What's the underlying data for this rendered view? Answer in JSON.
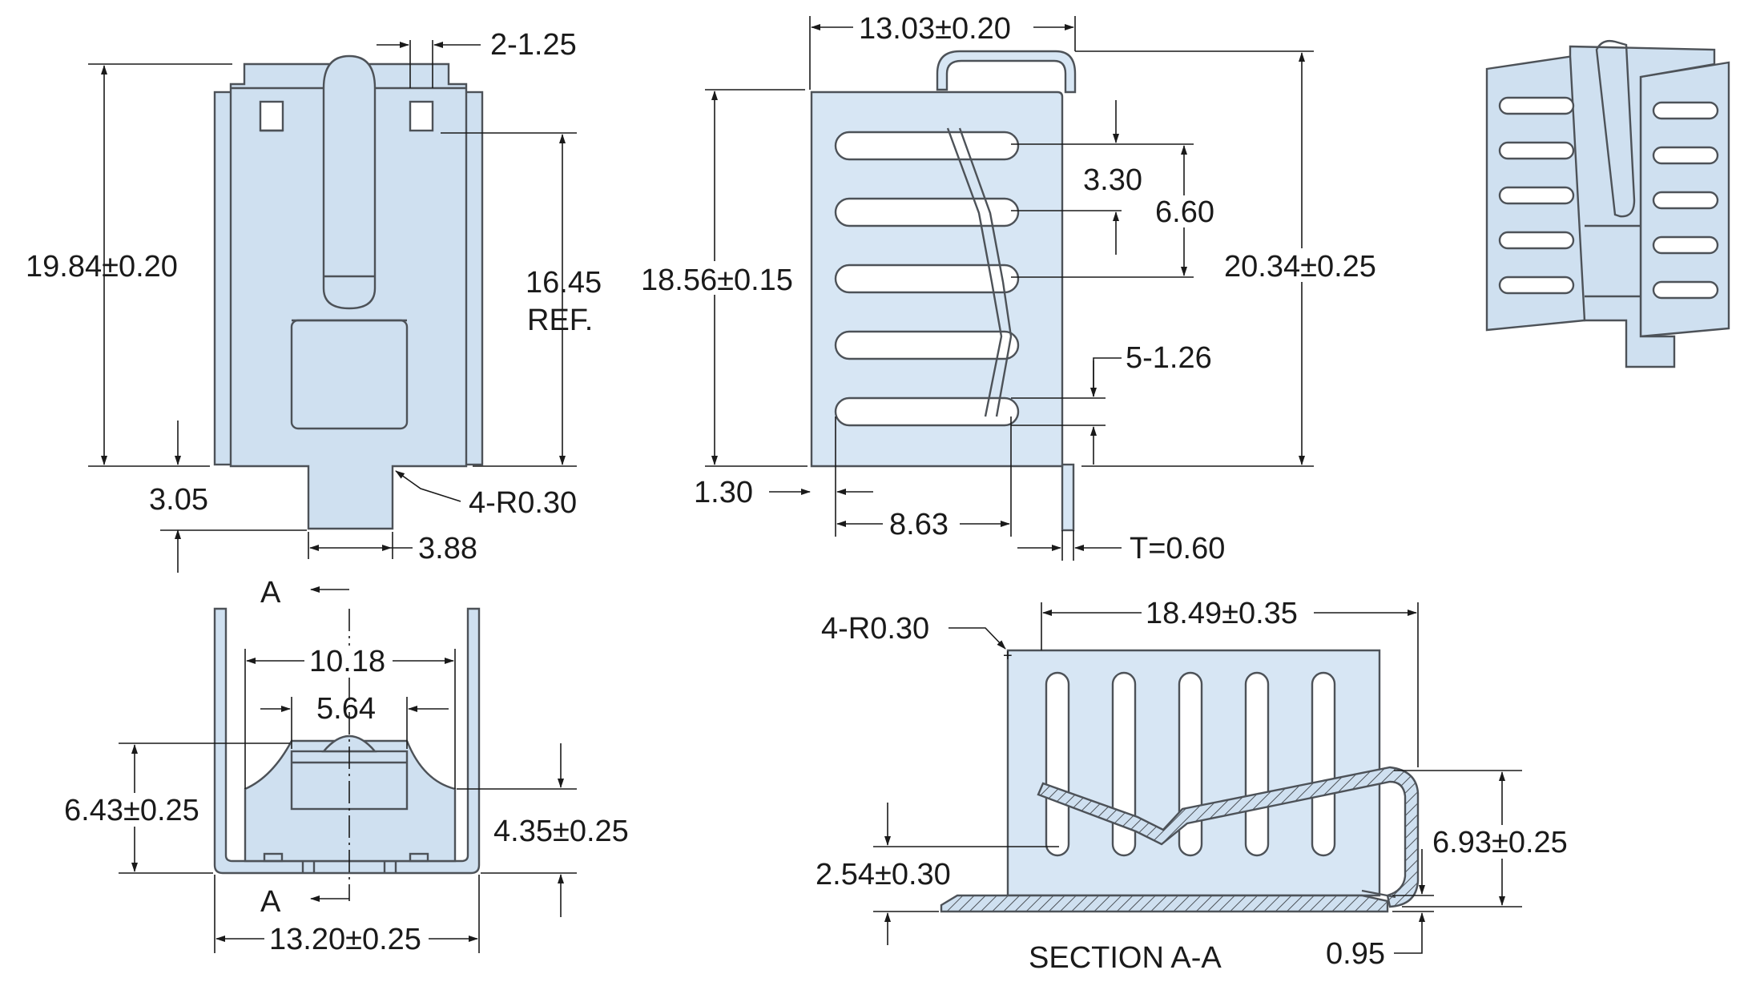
{
  "colors": {
    "part_fill": "#cfe0f0",
    "outline": "#4d5258",
    "dimension_line": "#1a1a1a",
    "background": "#ffffff"
  },
  "views": {
    "front": {
      "dims": {
        "overall_height": "19.84±0.20",
        "tab_pitch": "2-1.25",
        "ref_height_1": "16.45",
        "ref_height_2": "REF.",
        "tab_offset": "3.05",
        "corner_radius": "4-R0.30",
        "tab_width": "3.88"
      }
    },
    "side": {
      "dims": {
        "width": "13.03±0.20",
        "height": "18.56±0.15",
        "slot_pitch": "3.30",
        "slot_span": "6.60",
        "total_height": "20.34±0.25",
        "slot_width": "5-1.26",
        "bottom_offset": "1.30",
        "slot_length": "8.63",
        "thickness": "T=0.60"
      }
    },
    "top": {
      "section_marker_top": "A",
      "section_marker_bottom": "A",
      "dims": {
        "inner_width": "10.18",
        "post_width": "5.64",
        "height": "6.43±0.25",
        "inner_height": "4.35±0.25",
        "outer_width": "13.20±0.25"
      }
    },
    "section": {
      "title": "SECTION A-A",
      "dims": {
        "corner_radius": "4-R0.30",
        "length": "18.49±0.35",
        "height": "6.93±0.25",
        "arm_height": "2.54±0.30",
        "offset": "0.95"
      }
    }
  }
}
